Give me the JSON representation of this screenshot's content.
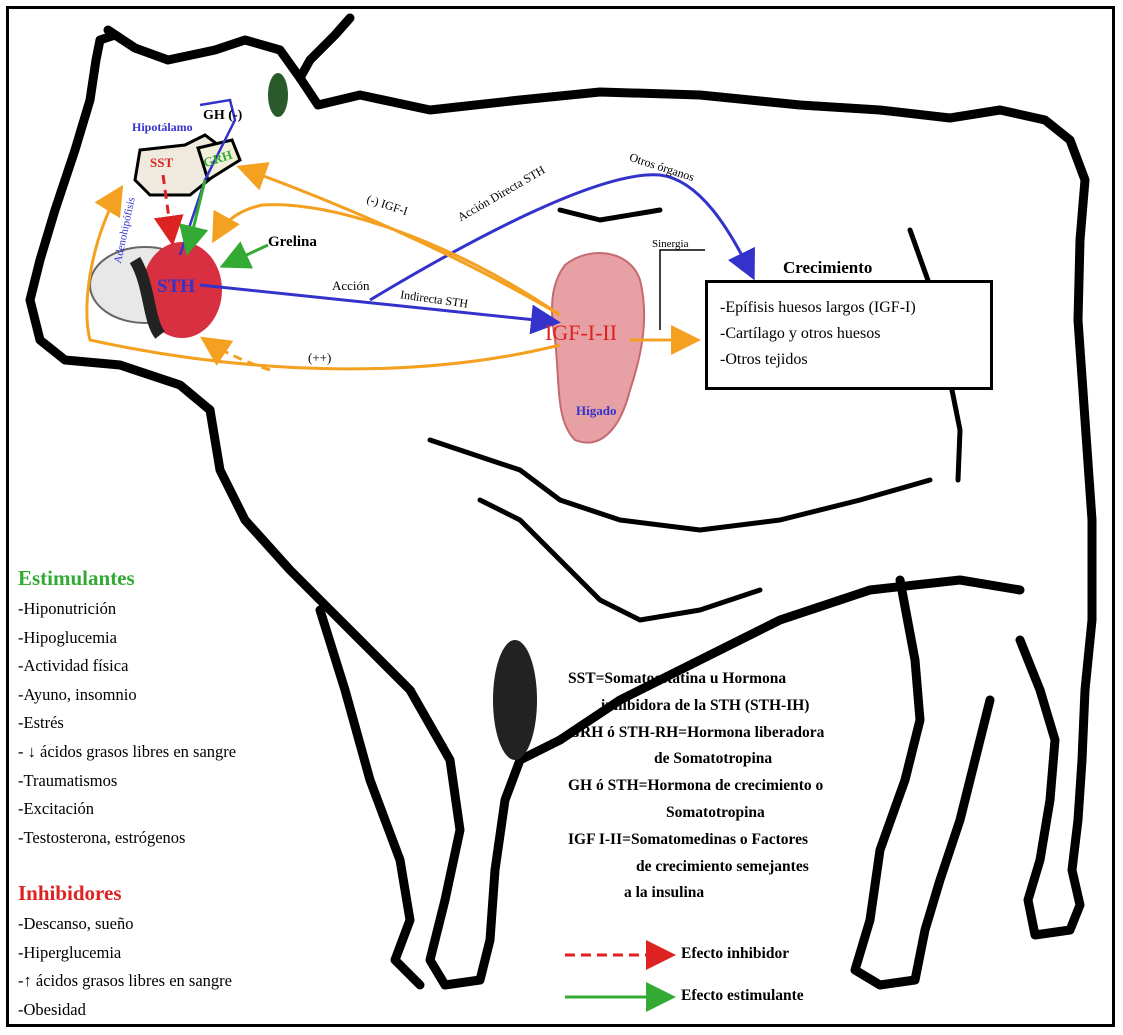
{
  "diagram": {
    "labels": {
      "hipotalamo": "Hipotálamo",
      "gh_minus": "GH (-)",
      "sst": "SST",
      "grh": "GRH",
      "sth": "STH",
      "adenohipofisis": "Adenohipófisis",
      "grelina": "Grelina",
      "igf_feedback": "(-) IGF-I",
      "accion_directa": "Acción Directa STH",
      "otros_organos": "Otros órganos",
      "sinergia": "Sinergia",
      "accion": "Acción",
      "indirecta": "Indirecta STH",
      "igf": "IGF-I-II",
      "higado": "Hígado",
      "plus_plus": "(++)",
      "crecimiento": "Crecimiento"
    },
    "growth_items": [
      "-Epífisis huesos largos (IGF-I)",
      "-Cartílago y otros huesos",
      "-Otros tejidos"
    ],
    "colors": {
      "stimulant": "#33aa33",
      "inhibitor": "#dd2222",
      "blue": "#3333cc",
      "orange": "#f4a020"
    }
  },
  "estimulantes": {
    "title": "Estimulantes",
    "items": [
      "-Hiponutrición",
      "-Hipoglucemia",
      "-Actividad física",
      "-Ayuno, insomnio",
      "-Estrés",
      "- ↓ ácidos grasos libres en sangre",
      "-Traumatismos",
      "-Excitación",
      "-Testosterona, estrógenos"
    ]
  },
  "inhibidores": {
    "title": "Inhibidores",
    "items": [
      "-Descanso, sueño",
      "-Hiperglucemia",
      "-↑ ácidos grasos libres en sangre",
      "-Obesidad"
    ]
  },
  "definitions": [
    "SST=Somatoestatina u Hormona",
    "inhibidora de la STH (STH-IH)",
    "GRH ó STH-RH=Hormona  liberadora",
    "de Somatotropina",
    "GH ó STH=Hormona de crecimiento o",
    "Somatotropina",
    "IGF I-II=Somatomedinas o Factores",
    "de crecimiento semejantes",
    "a la insulina"
  ],
  "legend": {
    "inhibitory": "Efecto inhibidor",
    "stimulating": "Efecto estimulante"
  }
}
